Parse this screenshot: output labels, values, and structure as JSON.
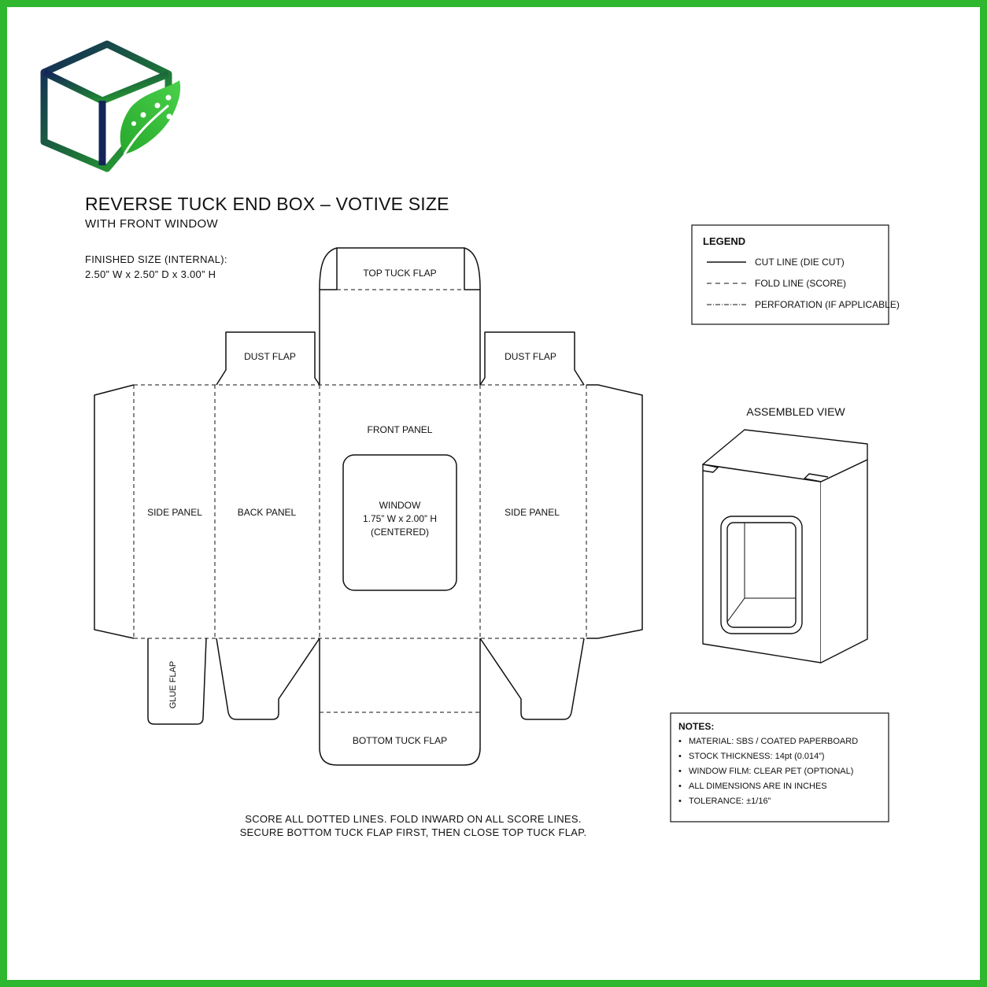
{
  "colors": {
    "border": "#2fb82f",
    "logo_dark": "#14245a",
    "logo_green": "#2fb82f",
    "line": "#111111"
  },
  "logo": {
    "icon": "box-leaf-logo-icon"
  },
  "header": {
    "title": "REVERSE TUCK END BOX – VOTIVE SIZE",
    "subtitle": "WITH FRONT WINDOW",
    "finished_size_label": "FINISHED SIZE (INTERNAL):",
    "finished_size_value": "2.50” W x 2.50” D x 3.00” H"
  },
  "dieline": {
    "top_tuck_flap": "TOP TUCK FLAP",
    "dust_flap_left": "DUST FLAP",
    "dust_flap_right": "DUST FLAP",
    "side_panel_left": "SIDE PANEL",
    "back_panel": "BACK PANEL",
    "front_panel": "FRONT PANEL",
    "side_panel_right": "SIDE PANEL",
    "window_line1": "WINDOW",
    "window_line2": "1.75” W x 2.00” H",
    "window_line3": "(CENTERED)",
    "glue_flap": "GLUE FLAP",
    "bottom_tuck_flap": "BOTTOM TUCK FLAP"
  },
  "legend": {
    "title": "LEGEND",
    "items": [
      {
        "label": "CUT LINE (DIE CUT)",
        "style": "solid"
      },
      {
        "label": "FOLD LINE (SCORE)",
        "style": "dashed"
      },
      {
        "label": "PERFORATION (IF APPLICABLE)",
        "style": "dash-dot"
      }
    ]
  },
  "assembled": {
    "title": "ASSEMBLED VIEW"
  },
  "notes": {
    "title": "NOTES:",
    "items": [
      "MATERIAL: SBS / COATED PAPERBOARD",
      "STOCK THICKNESS: 14pt (0.014”)",
      "WINDOW FILM: CLEAR PET (OPTIONAL)",
      "ALL DIMENSIONS ARE IN INCHES",
      "TOLERANCE: ±1/16”"
    ]
  },
  "instructions": {
    "line1": "SCORE ALL DOTTED LINES. FOLD INWARD ON ALL SCORE LINES.",
    "line2": "SECURE BOTTOM TUCK FLAP FIRST, THEN CLOSE TOP TUCK FLAP."
  }
}
